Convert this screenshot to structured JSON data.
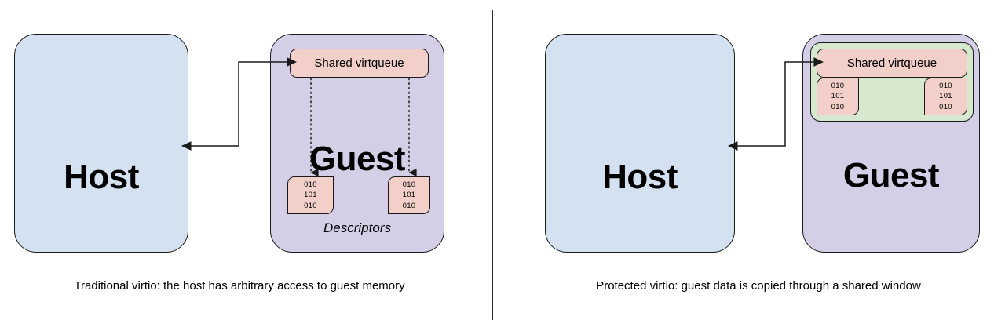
{
  "diagram": {
    "title": "Traditional vs protected virtio data paths",
    "colors": {
      "host_fill": "#d4e1f1",
      "guest_fill": "#d4cfe6",
      "virtqueue_fill": "#f2cfc9",
      "descriptor_fill": "#f2cfc9",
      "shared_window_fill": "#d6e8cd",
      "stroke": "#1a1a1a",
      "background": "#ffffff"
    },
    "panels": [
      {
        "id": "traditional",
        "caption": "Traditional virtio: the host has arbitrary access to guest memory",
        "host": {
          "label": "Host"
        },
        "guest": {
          "label": "Guest",
          "virtqueue": {
            "label": "Shared virtqueue"
          },
          "descriptors_caption": "Descriptors",
          "descriptors": [
            {
              "lines": [
                "010",
                "101",
                "010"
              ]
            },
            {
              "lines": [
                "010",
                "101",
                "010"
              ]
            }
          ]
        },
        "connector": {
          "kind": "double-headed-arrow",
          "from": "Host",
          "to": "Shared virtqueue",
          "style": "solid"
        },
        "descriptor_links": {
          "style": "dotted",
          "direction": "virtqueue-to-descriptor"
        }
      },
      {
        "id": "protected",
        "caption": "Protected virtio: guest data is copied through a shared window",
        "host": {
          "label": "Host"
        },
        "guest": {
          "label": "Guest",
          "shared_window": {
            "virtqueue": {
              "label": "Shared virtqueue"
            },
            "descriptors": [
              {
                "lines": [
                  "010",
                  "101",
                  "010"
                ]
              },
              {
                "lines": [
                  "010",
                  "101",
                  "010"
                ]
              }
            ]
          }
        },
        "connector": {
          "kind": "double-headed-arrow",
          "from": "Host",
          "to": "Shared virtqueue",
          "style": "solid"
        }
      }
    ]
  }
}
